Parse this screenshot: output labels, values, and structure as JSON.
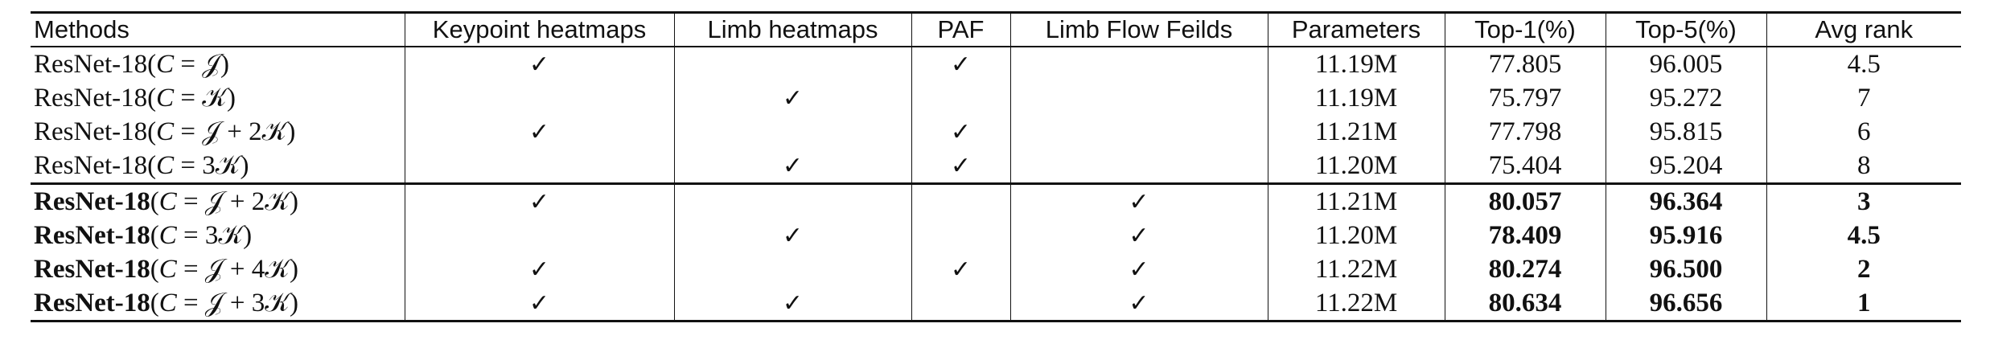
{
  "table": {
    "headers": [
      "Methods",
      "Keypoint heatmaps",
      "Limb heatmaps",
      "PAF",
      "Limb Flow Feilds",
      "Parameters",
      "Top-1(%)",
      "Top-5(%)",
      "Avg rank"
    ],
    "check_symbol": "✓",
    "rows": [
      {
        "model": "ResNet-18",
        "config_lhs": "C",
        "config_rhs": "= 𝒥",
        "keypoint": true,
        "limb": false,
        "paf": true,
        "lff": false,
        "params": "11.19M",
        "top1": "77.805",
        "top5": "96.005",
        "rank": "4.5",
        "bold": false
      },
      {
        "model": "ResNet-18",
        "config_lhs": "C",
        "config_rhs": "= 𝒦",
        "keypoint": false,
        "limb": true,
        "paf": false,
        "lff": false,
        "params": "11.19M",
        "top1": "75.797",
        "top5": "95.272",
        "rank": "7",
        "bold": false
      },
      {
        "model": "ResNet-18",
        "config_lhs": "C",
        "config_rhs": "= 𝒥 + 2𝒦",
        "keypoint": true,
        "limb": false,
        "paf": true,
        "lff": false,
        "params": "11.21M",
        "top1": "77.798",
        "top5": "95.815",
        "rank": "6",
        "bold": false
      },
      {
        "model": "ResNet-18",
        "config_lhs": "C",
        "config_rhs": "= 3𝒦",
        "keypoint": false,
        "limb": true,
        "paf": true,
        "lff": false,
        "params": "11.20M",
        "top1": "75.404",
        "top5": "95.204",
        "rank": "8",
        "bold": false
      },
      {
        "model": "ResNet-18",
        "config_lhs": "C",
        "config_rhs": "= 𝒥 + 2𝒦",
        "keypoint": true,
        "limb": false,
        "paf": false,
        "lff": true,
        "params": "11.21M",
        "top1": "80.057",
        "top5": "96.364",
        "rank": "3",
        "bold": true
      },
      {
        "model": "ResNet-18",
        "config_lhs": "C",
        "config_rhs": "= 3𝒦",
        "keypoint": false,
        "limb": true,
        "paf": false,
        "lff": true,
        "params": "11.20M",
        "top1": "78.409",
        "top5": "95.916",
        "rank": "4.5",
        "bold": true
      },
      {
        "model": "ResNet-18",
        "config_lhs": "C",
        "config_rhs": "= 𝒥 + 4𝒦",
        "keypoint": true,
        "limb": false,
        "paf": true,
        "lff": true,
        "params": "11.22M",
        "top1": "80.274",
        "top5": "96.500",
        "rank": "2",
        "bold": true
      },
      {
        "model": "ResNet-18",
        "config_lhs": "C",
        "config_rhs": "= 𝒥 + 3𝒦",
        "keypoint": true,
        "limb": true,
        "paf": false,
        "lff": true,
        "params": "11.22M",
        "top1": "80.634",
        "top5": "96.656",
        "rank": "1",
        "bold": true
      }
    ]
  }
}
